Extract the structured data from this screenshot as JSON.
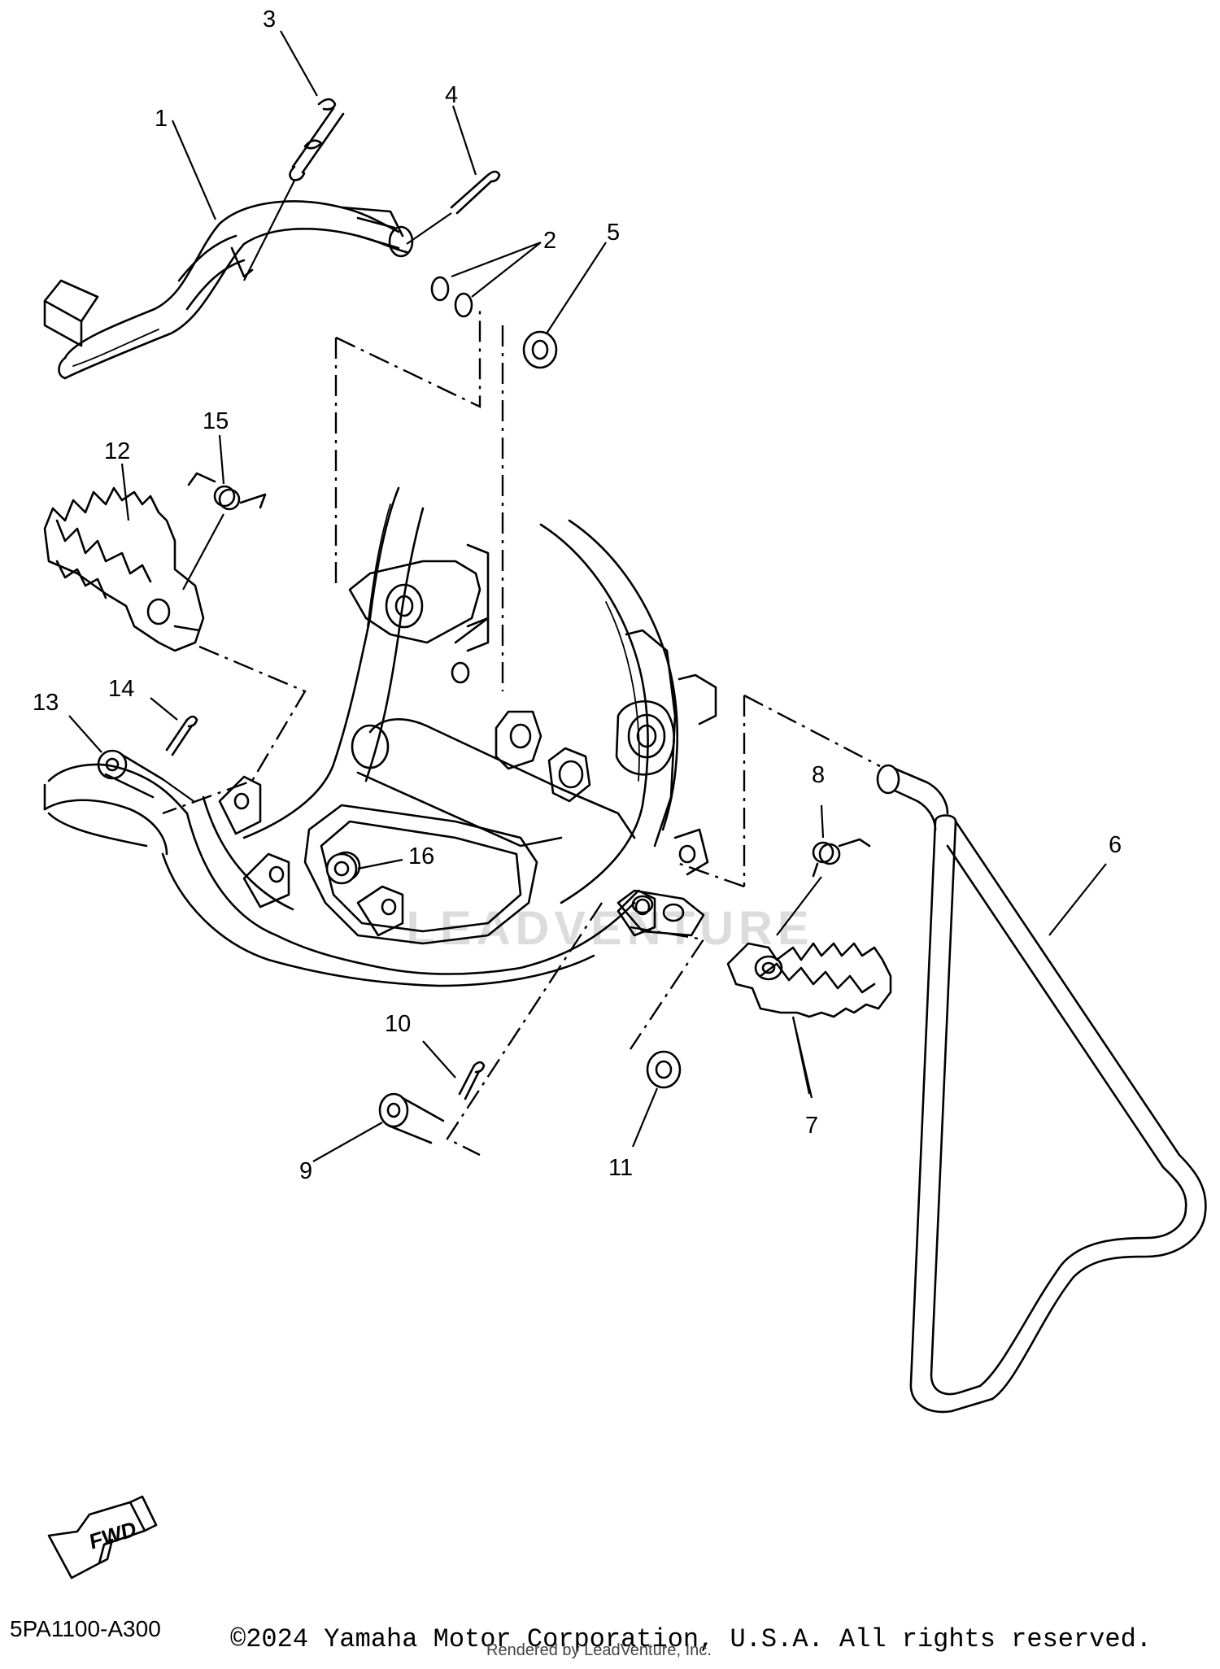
{
  "diagram": {
    "watermark": "LEADVENTURE",
    "fwd_label": "FWD",
    "diagram_code": "5PA1100-A300",
    "copyright": "©2024 Yamaha Motor Corporation, U.S.A. All rights reserved.",
    "rendered_by": "Rendered by LeadVenture, Inc.",
    "callouts": {
      "c1": "1",
      "c2": "2",
      "c3": "3",
      "c4": "4",
      "c5": "5",
      "c6": "6",
      "c7": "7",
      "c8": "8",
      "c9": "9",
      "c10": "10",
      "c11": "11",
      "c12": "12",
      "c13": "13",
      "c14": "14",
      "c15": "15",
      "c16": "16"
    }
  }
}
